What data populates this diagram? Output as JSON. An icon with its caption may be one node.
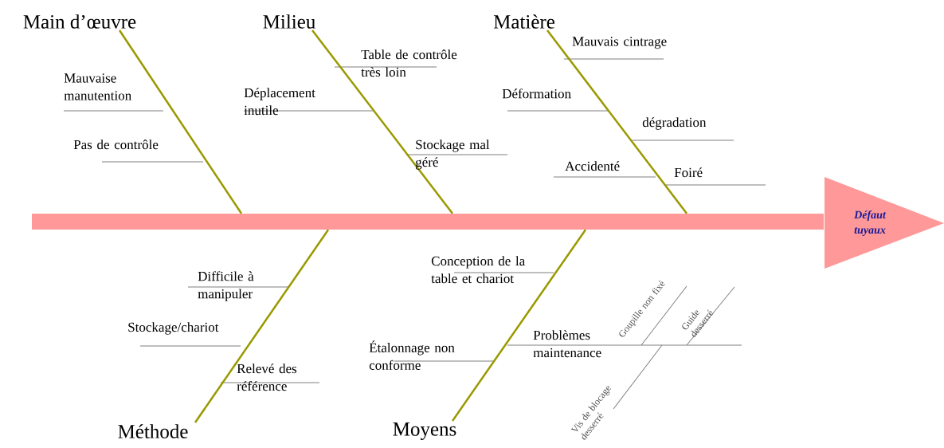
{
  "diagram": {
    "nodes": [
      {
        "text": [
          "Main d’œuvre"
        ]
      },
      {
        "text": [
          "Milieu"
        ]
      },
      {
        "text": [
          "Matière"
        ]
      },
      {
        "text": [],
        "shape": "bar"
      },
      {
        "text": [
          "Défaut tuyaux"
        ]
      },
      {
        "text": [
          "Méthode"
        ]
      },
      {
        "text": [
          "Moyens"
        ]
      }
    ],
    "edges": [
      {
        "from": 0,
        "to": 3,
        "arrow": "none"
      },
      {
        "from": 1,
        "to": 3,
        "arrow": "none"
      },
      {
        "from": 2,
        "to": 3,
        "arrow": "none"
      },
      {
        "from": 5,
        "to": 3,
        "arrow": "none"
      },
      {
        "from": 6,
        "to": 3,
        "arrow": "none"
      }
    ],
    "labels": [
      "Mauvaise manutention",
      "Table de contrôle très loin",
      "Mauvais cintrage",
      "Déplacement inutile",
      "Déformation",
      "Pas de contrôle",
      "dégradation",
      "Stockage mal géré",
      "Accidenté",
      "Foiré",
      "Conception de la table et chariot",
      "Difficile à manipuler",
      "Problèmes maintenance",
      "Goupille non fixé",
      "Guide desserré",
      "Stockage/chariot",
      "Étalonnage non conforme",
      "Relevé des référence",
      "Vis de blocage desserré"
    ]
  }
}
